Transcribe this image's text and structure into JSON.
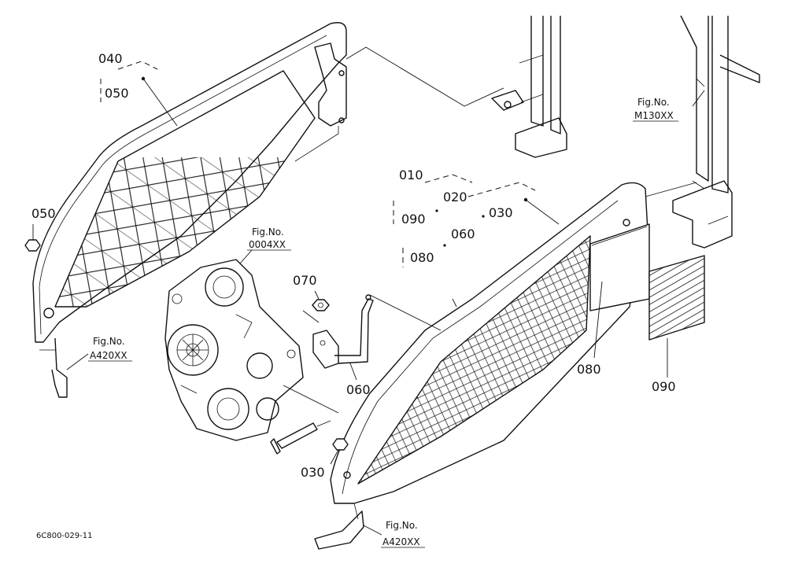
{
  "diagram_code": "6C800-029-11",
  "parts": {
    "p010": "010",
    "p020": "020",
    "p030_set": "030",
    "p030": "030",
    "p040": "040",
    "p050_set": "050",
    "p050": "050",
    "p060_set": "060",
    "p060": "060",
    "p070": "070",
    "p080_set": "080",
    "p080": "080",
    "p090_set": "090",
    "p090": "090"
  },
  "figure_refs": [
    {
      "label": "Fig.No.",
      "code": "M130XX"
    },
    {
      "label": "Fig.No.",
      "code": "0004XX"
    },
    {
      "label": "Fig.No.",
      "code": "A420XX"
    },
    {
      "label": "Fig.No.",
      "code": "A420XX"
    }
  ]
}
